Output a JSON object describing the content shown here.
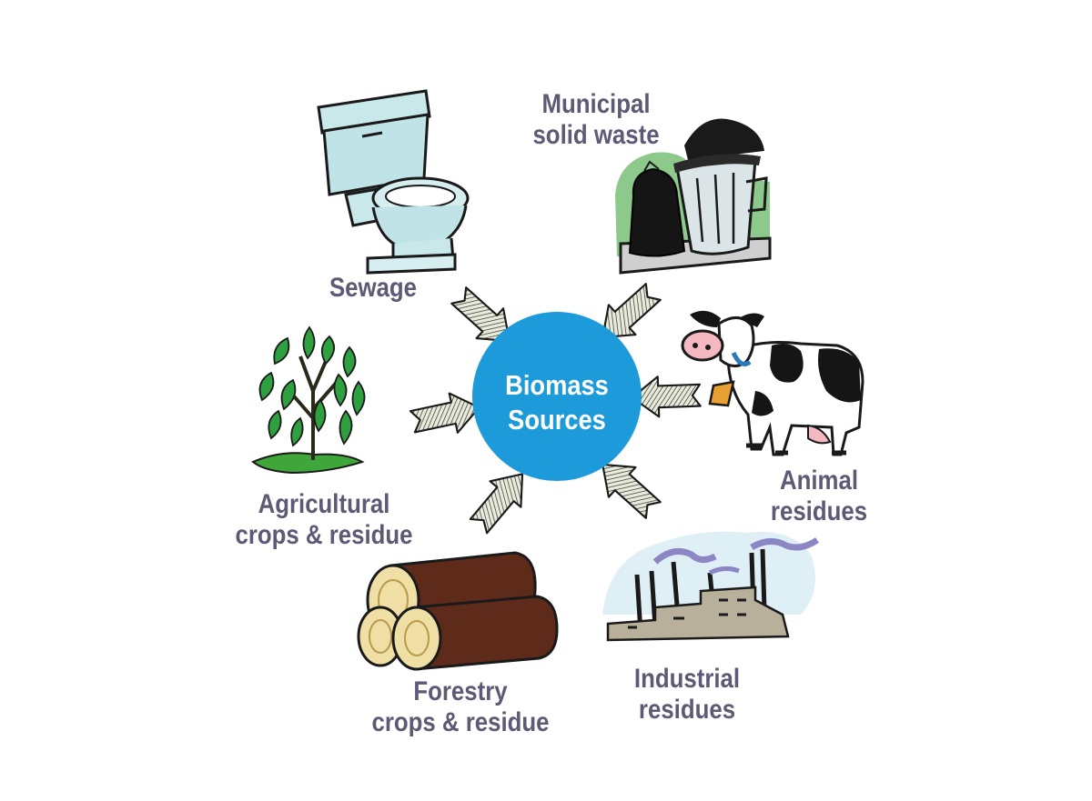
{
  "center": {
    "line1": "Biomass",
    "line2": "Sources",
    "color": "#1d9ad9"
  },
  "sources": {
    "sewage": {
      "line1": "Sewage"
    },
    "municipal": {
      "line1": "Municipal",
      "line2": "solid waste"
    },
    "animal": {
      "line1": "Animal",
      "line2": "residues"
    },
    "industrial": {
      "line1": "Industrial",
      "line2": "residues"
    },
    "forestry": {
      "line1": "Forestry",
      "line2": "crops & residue"
    },
    "agricultural": {
      "line1": "Agricultural",
      "line2": "crops & residue"
    }
  },
  "label_color": "#5c5a75",
  "icons": [
    "toilet-icon",
    "trash-can-icon",
    "cow-icon",
    "factory-icon",
    "logs-icon",
    "plant-icon",
    "arrow-icon"
  ]
}
